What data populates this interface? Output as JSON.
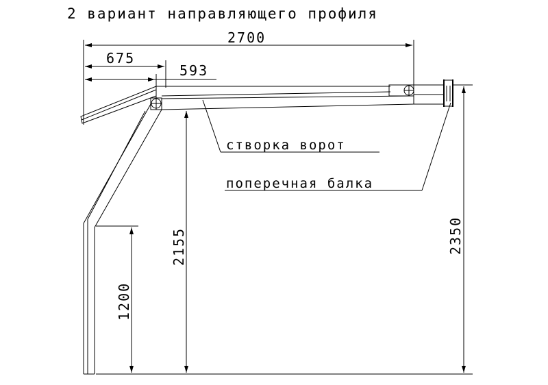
{
  "title": "2 вариант направляющего профиля",
  "dimensions": {
    "overall_length": "2700",
    "left_offset": "675",
    "rail_offset": "593",
    "pivot_height": "2155",
    "bend_height": "1200",
    "beam_height": "2350"
  },
  "labels": {
    "gate_leaf": "створка ворот",
    "cross_beam": "поперечная балка"
  },
  "colors": {
    "line": "#000000",
    "background": "#ffffff"
  }
}
